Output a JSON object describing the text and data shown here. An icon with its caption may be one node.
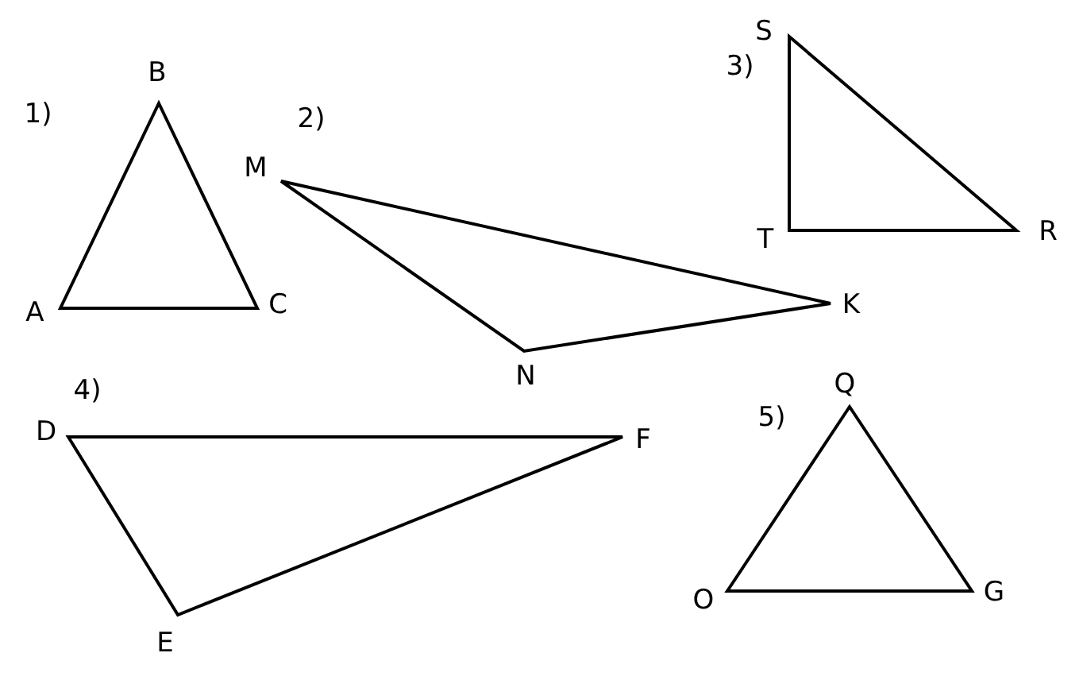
{
  "diagram": {
    "labels": [
      "S",
      "3)",
      "B",
      "1)",
      "2)",
      "M",
      "R",
      "T",
      "K",
      "C",
      "A",
      "N",
      "Q",
      "4)",
      "5)",
      "D",
      "F",
      "G",
      "O",
      "E"
    ]
  }
}
